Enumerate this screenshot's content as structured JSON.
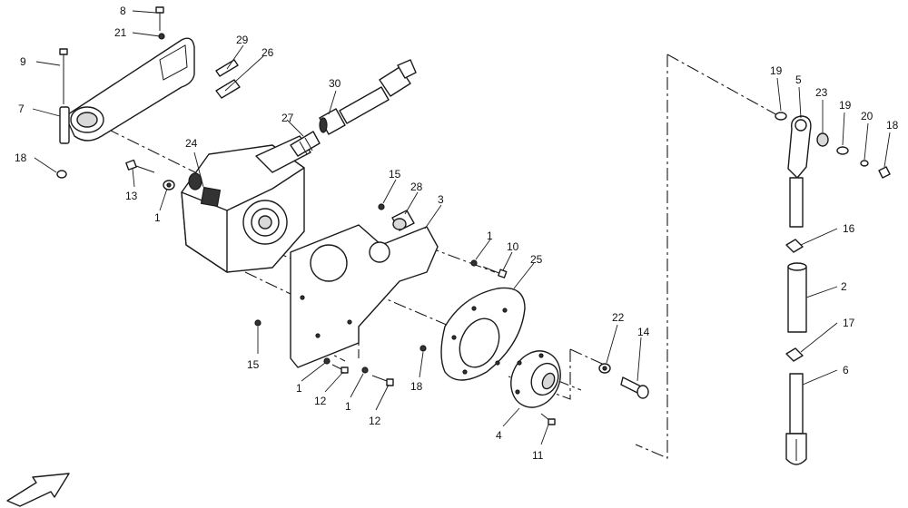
{
  "callouts": {
    "c1a": "1",
    "c1b": "1",
    "c1c": "1",
    "c1d": "1",
    "c2": "2",
    "c3": "3",
    "c4": "4",
    "c5": "5",
    "c6": "6",
    "c7": "7",
    "c8": "8",
    "c9": "9",
    "c10": "10",
    "c11": "11",
    "c12a": "12",
    "c12b": "12",
    "c13": "13",
    "c14": "14",
    "c15a": "15",
    "c15b": "15",
    "c16": "16",
    "c17": "17",
    "c18a": "18",
    "c18b": "18",
    "c18c": "18",
    "c19a": "19",
    "c19b": "19",
    "c20": "20",
    "c21": "21",
    "c22": "22",
    "c23": "23",
    "c24": "24",
    "c25": "25",
    "c26": "26",
    "c27": "27",
    "c28": "28",
    "c29": "29",
    "c30": "30"
  },
  "icons": {
    "direction_arrow": "front-direction-arrow-icon"
  }
}
